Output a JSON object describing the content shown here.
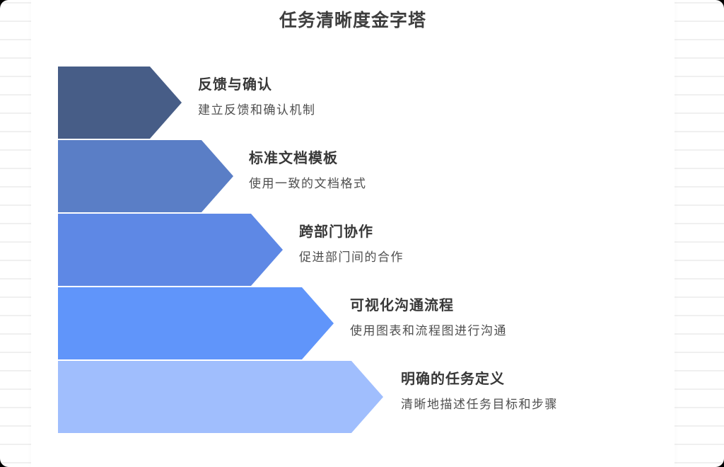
{
  "title": "任务清晰度金字塔",
  "pyramid": {
    "levels": [
      {
        "label": "反馈与确认",
        "description": "建立反馈和确认机制",
        "color": "#475d87"
      },
      {
        "label": "标准文档模板",
        "description": "使用一致的文档格式",
        "color": "#5a7ec6"
      },
      {
        "label": "跨部门协作",
        "description": "促进部门间的合作",
        "color": "#5e88e5"
      },
      {
        "label": "可视化沟通流程",
        "description": "使用图表和流程图进行沟通",
        "color": "#6095fa"
      },
      {
        "label": "明确的任务定义",
        "description": "清晰地描述任务目标和步骤",
        "color": "#a0befd"
      }
    ]
  },
  "colors": {
    "title_text": "#3e3e3e",
    "label_text": "#383838",
    "description_text": "#4f4f4f",
    "card_background": "#ffffff",
    "ruled_line": "#f0f0f0"
  }
}
